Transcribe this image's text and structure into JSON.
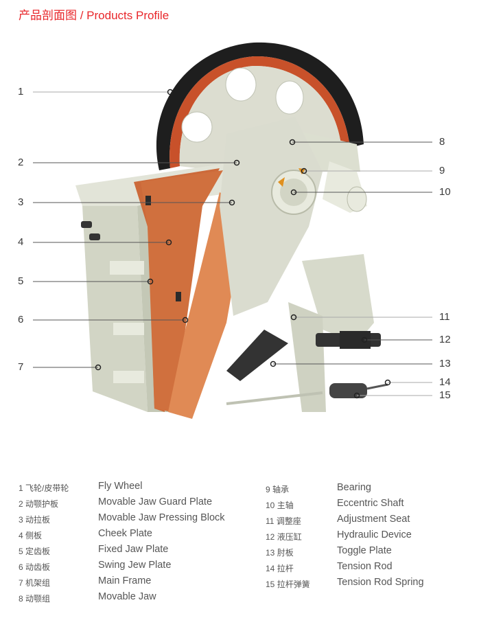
{
  "title": "产品剖面图 / Products Profile",
  "colors": {
    "title": "#e8262a",
    "frame": "#d9dccd",
    "frame_shade": "#c4c8b6",
    "jaw_plate": "#d0703e",
    "jaw_plate_light": "#e08a55",
    "belt": "#1e1e1e",
    "rim": "#c8512a",
    "dark": "#333333"
  },
  "callouts": [
    {
      "number": "1",
      "side": "left"
    },
    {
      "number": "2",
      "side": "left"
    },
    {
      "number": "3",
      "side": "left"
    },
    {
      "number": "4",
      "side": "left"
    },
    {
      "number": "5",
      "side": "left"
    },
    {
      "number": "6",
      "side": "left"
    },
    {
      "number": "7",
      "side": "left"
    },
    {
      "number": "8",
      "side": "right"
    },
    {
      "number": "9",
      "side": "right"
    },
    {
      "number": "10",
      "side": "right"
    },
    {
      "number": "11",
      "side": "right"
    },
    {
      "number": "12",
      "side": "right"
    },
    {
      "number": "13",
      "side": "right"
    },
    {
      "number": "14",
      "side": "right"
    },
    {
      "number": "15",
      "side": "right"
    }
  ],
  "legend": {
    "left": [
      {
        "num": "1",
        "zh": "飞轮/皮带轮",
        "en": "Fly Wheel"
      },
      {
        "num": "2",
        "zh": "动颚护板",
        "en": "Movable Jaw Guard Plate"
      },
      {
        "num": "3",
        "zh": "动拉板",
        "en": "Movable Jaw Pressing Block"
      },
      {
        "num": "4",
        "zh": "侧板",
        "en": "Cheek Plate"
      },
      {
        "num": "5",
        "zh": "定齿板",
        "en": "Fixed Jaw Plate"
      },
      {
        "num": "6",
        "zh": "动齿板",
        "en": "Swing Jew Plate"
      },
      {
        "num": "7",
        "zh": "机架组",
        "en": "Main Frame"
      },
      {
        "num": "8",
        "zh": "动颚组",
        "en": "Movable Jaw"
      }
    ],
    "right": [
      {
        "num": "9",
        "zh": "轴承",
        "en": "Bearing"
      },
      {
        "num": "10",
        "zh": "主轴",
        "en": "Eccentric Shaft"
      },
      {
        "num": "11",
        "zh": "调整座",
        "en": "Adjustment Seat"
      },
      {
        "num": "12",
        "zh": "液压缸",
        "en": "Hydraulic Device"
      },
      {
        "num": "13",
        "zh": "肘板",
        "en": "Toggle Plate"
      },
      {
        "num": "14",
        "zh": "拉杆",
        "en": "Tension Rod"
      },
      {
        "num": "15",
        "zh": "拉杆弹簧",
        "en": "Tension Rod Spring"
      }
    ]
  }
}
